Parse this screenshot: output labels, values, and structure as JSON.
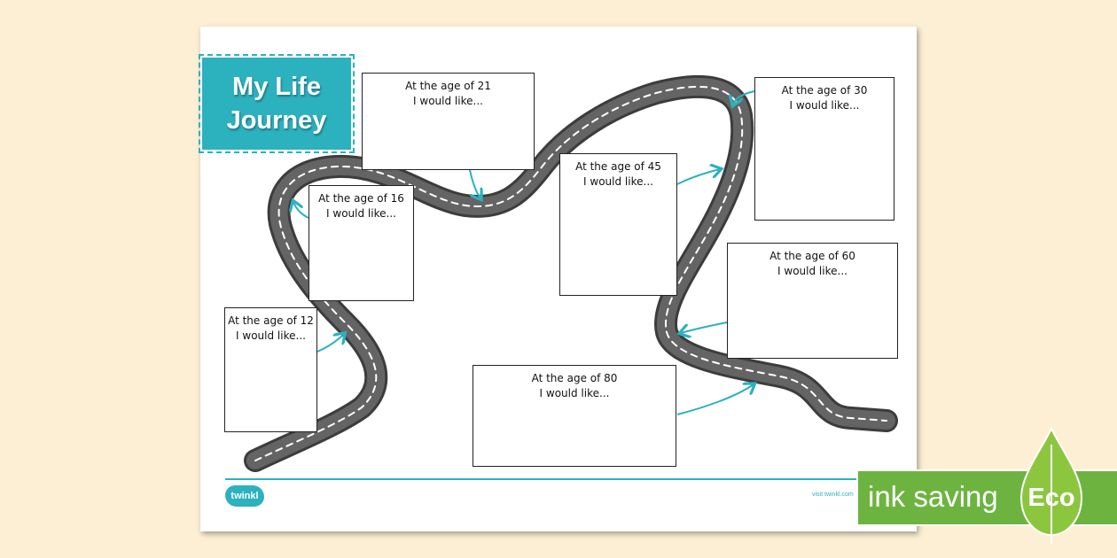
{
  "title": {
    "line1": "My Life",
    "line2": "Journey"
  },
  "boxes": [
    {
      "id": "age-21",
      "line1": "At the age of 21",
      "line2": "I would like..."
    },
    {
      "id": "age-30",
      "line1": "At the age of 30",
      "line2": "I would like..."
    },
    {
      "id": "age-16",
      "line1": "At the age of 16",
      "line2": "I would like..."
    },
    {
      "id": "age-45",
      "line1": "At the age of 45",
      "line2": "I would like..."
    },
    {
      "id": "age-60",
      "line1": "At the age of 60",
      "line2": "I would like..."
    },
    {
      "id": "age-12",
      "line1": "At the age of 12",
      "line2": "I would like..."
    },
    {
      "id": "age-80",
      "line1": "At the age of 80",
      "line2": "I would like..."
    }
  ],
  "footer": {
    "logo": "twinkl",
    "visit": "visit twinkl.com"
  },
  "eco": {
    "label": "ink saving",
    "badge": "Eco"
  },
  "colors": {
    "accent": "#2cb1bf",
    "road": "#5a5a5a",
    "eco_green": "#6cb43f",
    "background": "#fcefd4"
  },
  "icons": [
    "leaf-icon",
    "arrow-icon"
  ]
}
